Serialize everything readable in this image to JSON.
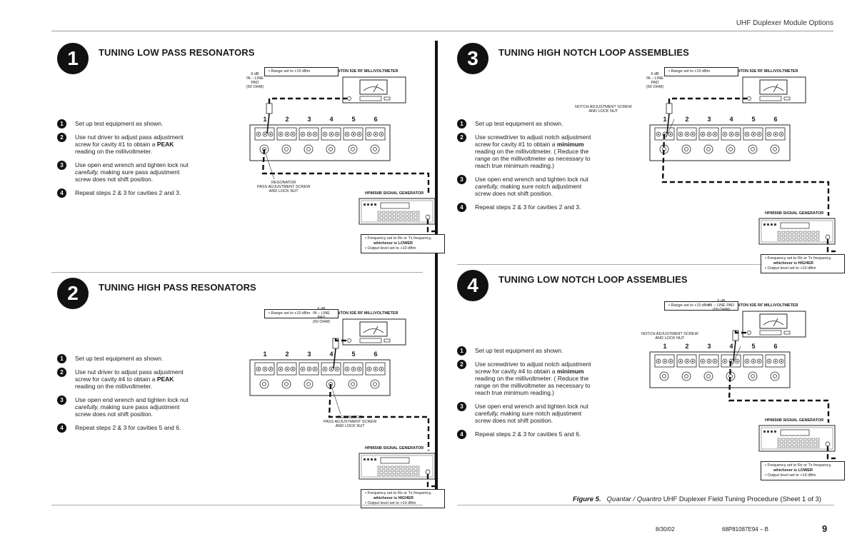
{
  "header": {
    "title": "UHF Duplexer Module Options"
  },
  "sections": [
    {
      "num": "1",
      "title": "TUNING LOW PASS RESONATORS",
      "steps": [
        {
          "n": "1",
          "text": "Set up test equipment as shown."
        },
        {
          "n": "2",
          "pre": "Use nut driver to adjust pass adjustment screw for cavity #1 to obtain a ",
          "bold": "PEAK",
          "post": " reading on the millivoltmeter."
        },
        {
          "n": "3",
          "pre": "Use open end wrench and tighten lock nut ",
          "ital": "carefully,",
          "post": " making sure pass adjustment screw does not shift position."
        },
        {
          "n": "4",
          "text": "Repeat steps 2 & 3 for cavities 2 and 3."
        }
      ],
      "meter_label": "BOONTON 92E RF MILLIVOLTMETER",
      "range_note": "Range set to +10 dBm",
      "pad_label": [
        "6 dB",
        "IN – LINE",
        "PAD",
        "(50 OHM)"
      ],
      "screw_label": [
        "RESONATOR",
        "PASS ADJUSTMENT SCREW",
        "AND LOCK NUT"
      ],
      "gen_label": "HP8656B SIGNAL GENERATOR",
      "gen_notes": [
        "Frequency set to Rx or Tx frequency,",
        "whichever is LOWER",
        "Output level set to +10 dBm"
      ],
      "cavities": [
        "1",
        "2",
        "3",
        "4",
        "5",
        "6"
      ]
    },
    {
      "num": "2",
      "title": "TUNING HIGH PASS RESONATORS",
      "steps": [
        {
          "n": "1",
          "text": "Set up test equipment as shown."
        },
        {
          "n": "2",
          "pre": "Use nut driver to adjust pass adjustment screw for cavity #4 to obtain a ",
          "bold": "PEAK",
          "post": " reading on the millivoltmeter."
        },
        {
          "n": "3",
          "pre": "Use open end wrench and tighten lock nut ",
          "ital": "carefully,",
          "post": " making sure pass adjustment screw does not shift position."
        },
        {
          "n": "4",
          "text": "Repeat steps 2 & 3 for cavities 5 and 6."
        }
      ],
      "meter_label": "BOONTON 92E RF MILLIVOLTMETER",
      "range_note": "Range set to +10 dBm",
      "pad_label": [
        "6 dB",
        "IN – LINE",
        "PAD",
        "(50 OHM)"
      ],
      "screw_label": [
        "RESONATOR",
        "PASS ADJUSTMENT SCREW",
        "AND LOCK NUT"
      ],
      "gen_label": "HP8656B SIGNAL GENERATOR",
      "gen_notes": [
        "Frequency set to Rx or Tx frequency,",
        "whichever is HIGHER",
        "Output level set to +10 dBm"
      ],
      "cavities": [
        "1",
        "2",
        "3",
        "4",
        "5",
        "6"
      ]
    },
    {
      "num": "3",
      "title": "TUNING HIGH NOTCH LOOP ASSEMBLIES",
      "steps": [
        {
          "n": "1",
          "text": "Set up test equipment as shown."
        },
        {
          "n": "2",
          "pre": "Use screwdriver to adjust notch adjustment screw for cavity #1 to obtain a ",
          "bold": "minimum",
          "post": " reading on the millivoltmeter. ( Reduce the range on the millivoltmeter as necessary to reach true minimum reading.)"
        },
        {
          "n": "3",
          "pre": "Use open end wrench and tighten lock nut ",
          "ital": "carefully,",
          "post": " making sure notch adjustment screw does not shift position."
        },
        {
          "n": "4",
          "text": "Repeat steps 2 & 3 for cavities 2 and 3."
        }
      ],
      "meter_label": "BOONTON 92E RF MILLIVOLTMETER",
      "range_note": "Range set to +10 dBm",
      "pad_label": [
        "6 dB",
        "IN – LINE",
        "PAD",
        "(50 OHM)"
      ],
      "screw_label": [
        "NOTCH  ADJUSTMENT SCREW",
        "AND LOCK NUT"
      ],
      "gen_label": "HP8656B SIGNAL GENERATOR",
      "gen_notes": [
        "Frequency set to Rx or Tx frequency,",
        "whichever is HIGHER",
        "Output level set to +10 dBm"
      ],
      "cavities": [
        "1",
        "2",
        "3",
        "4",
        "5",
        "6"
      ]
    },
    {
      "num": "4",
      "title": "TUNING LOW NOTCH LOOP ASSEMBLIES",
      "steps": [
        {
          "n": "1",
          "text": "Set up test equipment as shown."
        },
        {
          "n": "2",
          "pre": "Use screwdriver to adjust notch adjustment screw for cavity #4 to obtain a ",
          "bold": "minimum",
          "post": " reading on the millivoltmeter. ( Reduce the range on the millivoltmeter as necessary to reach true minimum reading.)"
        },
        {
          "n": "3",
          "pre": "Use open end wrench and tighten lock nut ",
          "ital": "carefully,",
          "post": " making sure notch adjustment screw does not shift position."
        },
        {
          "n": "4",
          "text": "Repeat steps 2 & 3 for cavities 5 and 6."
        }
      ],
      "meter_label": "BOONTON 92E RF MILLIVOLTMETER",
      "range_note": "Range set to +10 dBm",
      "pad_label": [
        "6 dB",
        "IN – LINE PAD",
        "(50 OHM)"
      ],
      "screw_label": [
        "NOTCH  ADJUSTMENT SCREW",
        "AND LOCK NUT"
      ],
      "gen_label": "HP8656B SIGNAL GENERATOR",
      "gen_notes": [
        "Frequency set to Rx or Tx frequency,",
        "whichever is LOWER",
        "Output level set to +10 dBm"
      ],
      "cavities": [
        "1",
        "2",
        "3",
        "4",
        "5",
        "6"
      ]
    }
  ],
  "caption": {
    "fig": "Figure 5.",
    "prod": "Quantar / Quantro",
    "rest": " UHF Duplexer Field Tuning Procedure (Sheet 1 of 3)"
  },
  "footer": {
    "date": "8/30/02",
    "doc": "68P81087E94 – B",
    "page": "9"
  }
}
